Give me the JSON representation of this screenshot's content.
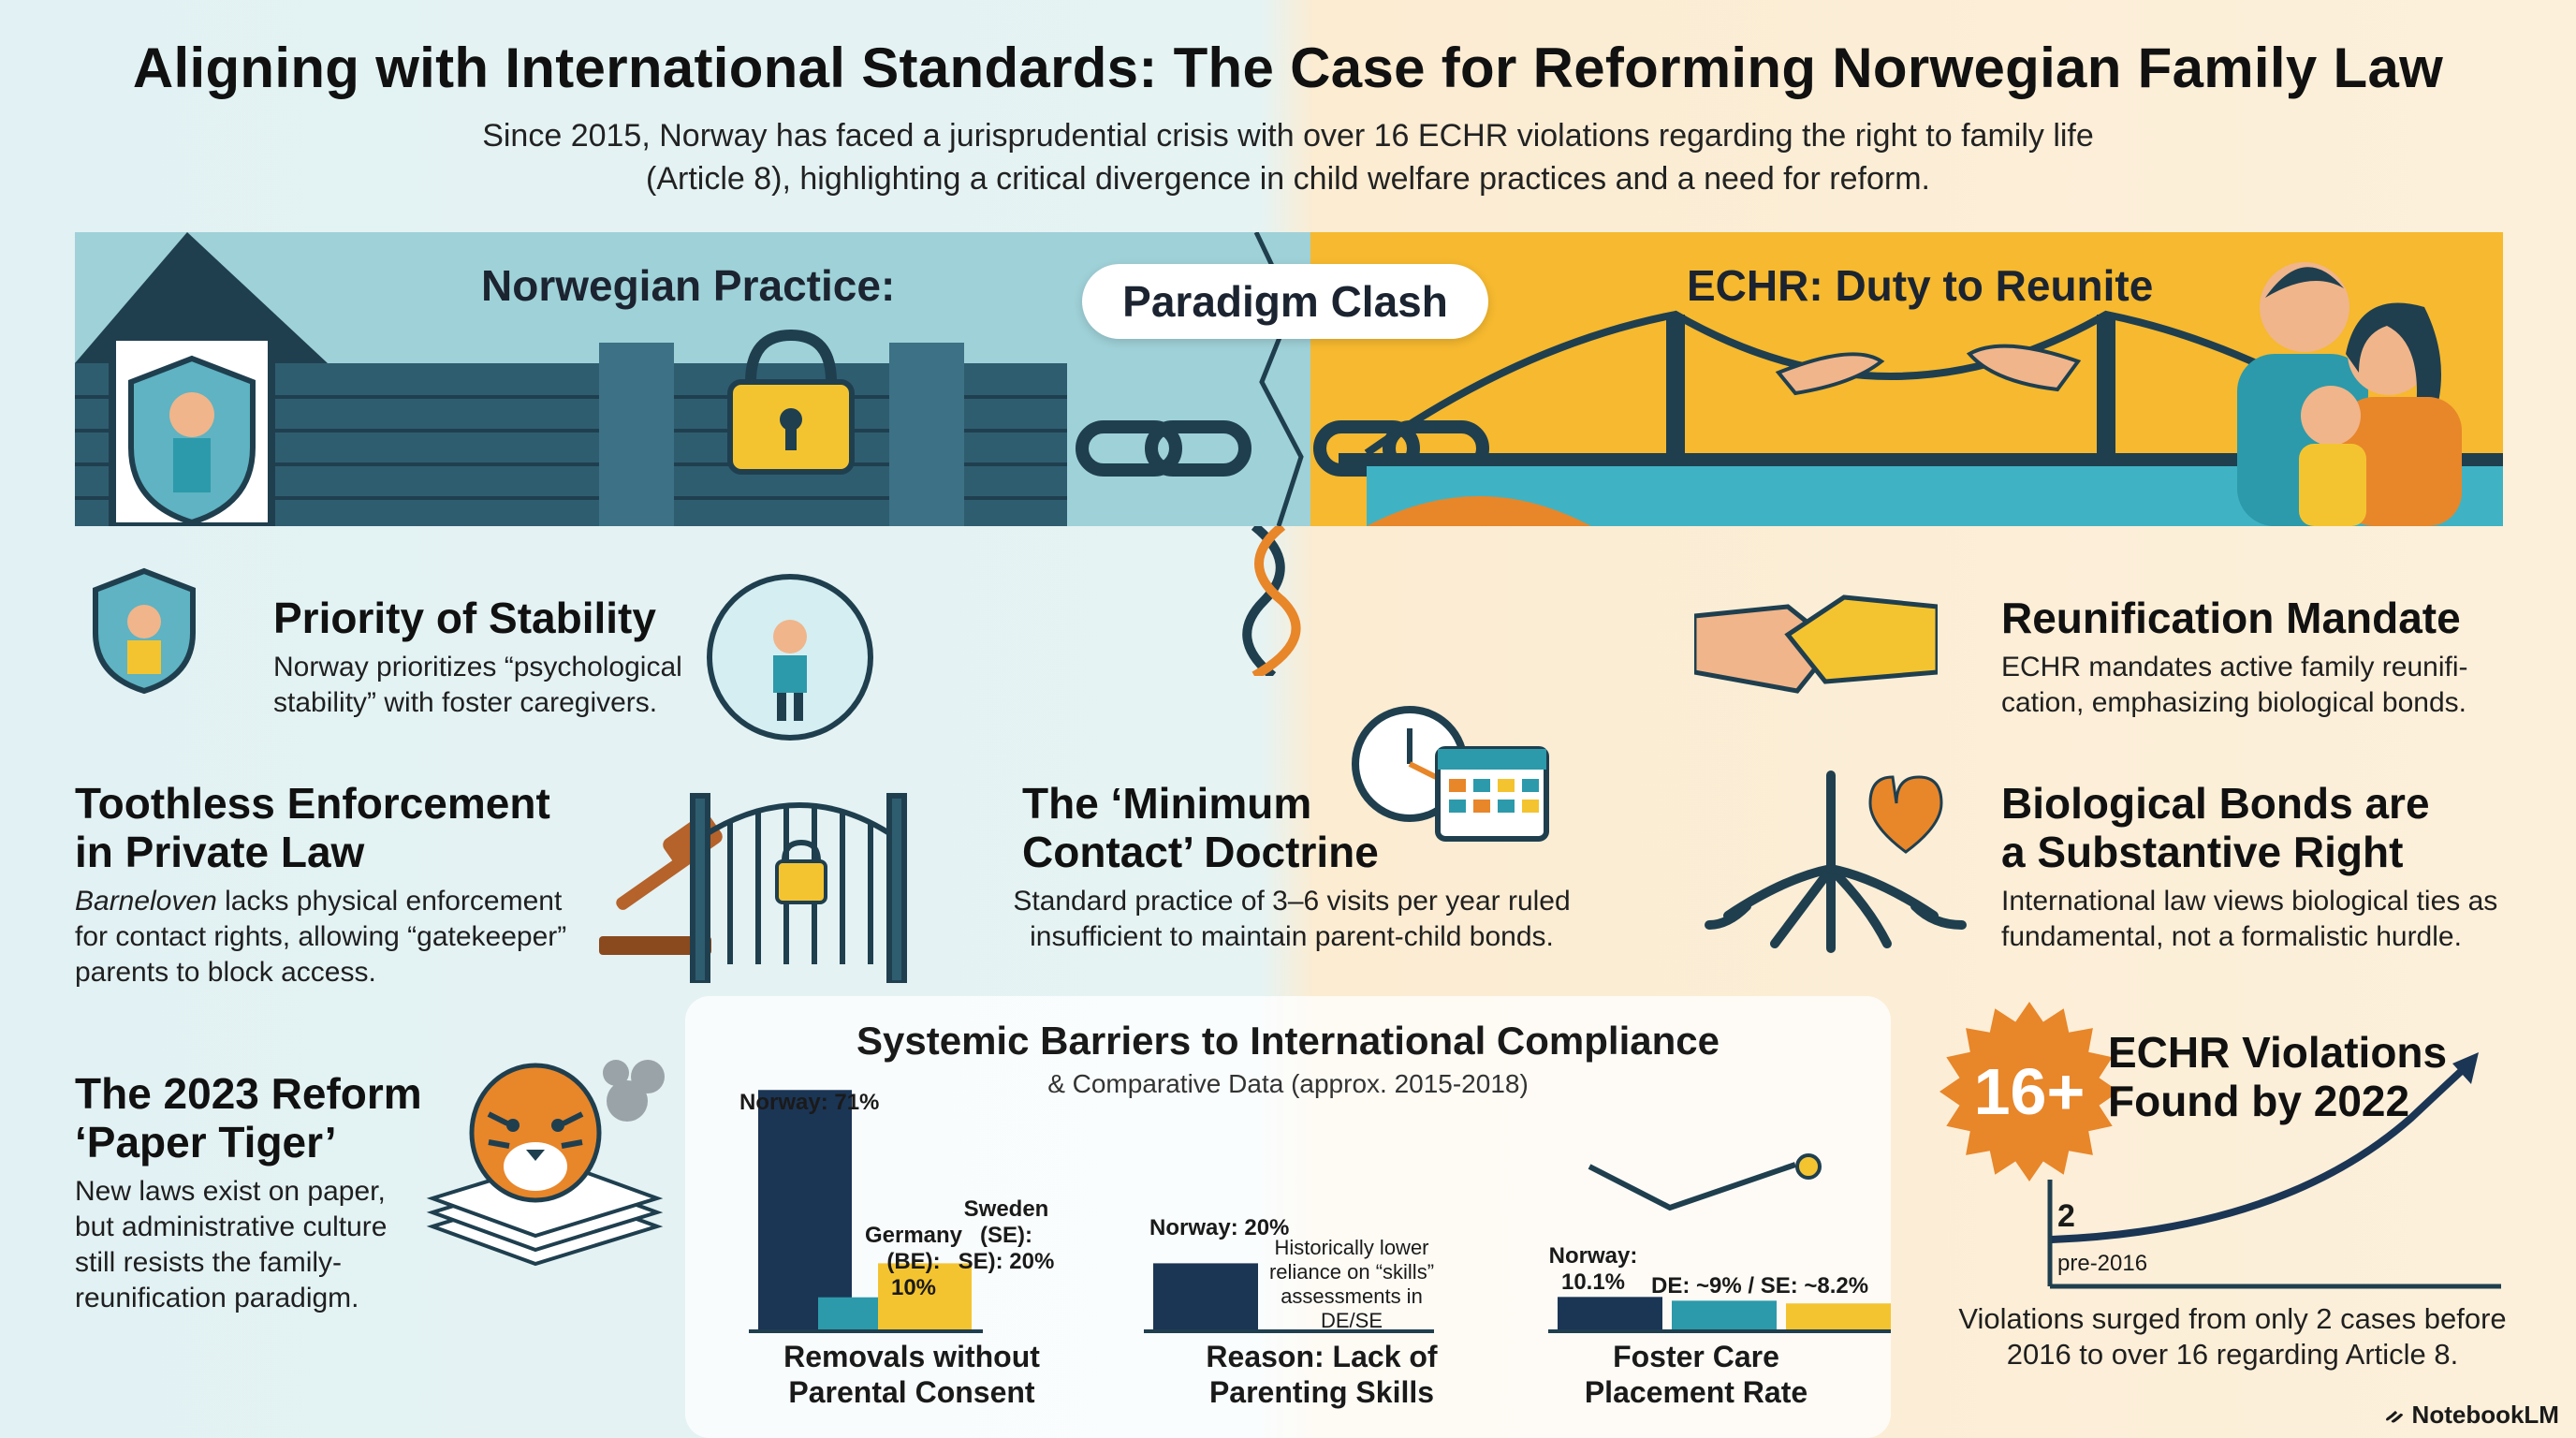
{
  "header": {
    "title": "Aligning with International Standards: The Case for Reforming Norwegian Family Law",
    "subtitle_line1": "Since 2015, Norway has faced a jurisprudential crisis with over 16 ECHR violations regarding the right to family life",
    "subtitle_line2": "(Article 8), highlighting a critical divergence in child welfare practices and a need for reform."
  },
  "banner": {
    "left_heading": "Norwegian Practice:",
    "center_label": "Paradigm Clash",
    "right_heading": "ECHR: Duty to Reunite"
  },
  "sections": {
    "stability": {
      "title": "Priority of Stability",
      "body_line1": "Norway prioritizes “psychological",
      "body_line2": "stability” with foster caregivers."
    },
    "enforcement": {
      "title_line1": "Toothless Enforcement",
      "title_line2": "in Private Law",
      "body_italic": "Barneloven",
      "body_line1_rest": " lacks physical enforcement",
      "body_line2": "for contact rights, allowing “gatekeeper”",
      "body_line3": "parents to block access."
    },
    "reform": {
      "title_line1": "The 2023 Reform",
      "title_line2": "‘Paper Tiger’",
      "body_line1": "New laws exist on paper,",
      "body_line2": "but administrative culture",
      "body_line3": "still resists the family-",
      "body_line4": "reunification paradigm."
    },
    "minimum_contact": {
      "title_line1": "The ‘Minimum",
      "title_line2": "Contact’ Doctrine",
      "body_line1": "Standard practice of 3–6 visits per year ruled",
      "body_line2": "insufficient to maintain parent-child bonds."
    },
    "reunification": {
      "title": "Reunification Mandate",
      "body_line1": "ECHR mandates active family reunifi-",
      "body_line2": "cation, emphasizing biological bonds."
    },
    "biological": {
      "title_line1": "Biological Bonds are",
      "title_line2": "a Substantive Right",
      "body_line1": "International law views biological ties as",
      "body_line2": "fundamental, not a formalistic hurdle."
    },
    "violations": {
      "badge": "16+",
      "title_line1": "ECHR Violations",
      "title_line2": "Found by 2022",
      "start_value": "2",
      "start_label": "pre-2016",
      "caption_line1": "Violations surged from only 2 cases before",
      "caption_line2": "2016 to over 16 regarding Article 8."
    }
  },
  "chart_data": {
    "type": "bar",
    "title": "Systemic Barriers to International Compliance",
    "subtitle": "& Comparative Data (approx. 2015-2018)",
    "groups": [
      {
        "caption_line1": "Removals without",
        "caption_line2": "Parental Consent",
        "bars": [
          {
            "label": "Norway: 71%",
            "value": 71,
            "color": "#1b3555"
          },
          {
            "label_lines": [
              "Germany",
              "(BE):",
              "10%"
            ],
            "value": 10,
            "color": "#2c9aaa"
          },
          {
            "label_lines": [
              "Sweden (SE):",
              "SE): 20%"
            ],
            "value": 20,
            "color": "#f4c430"
          }
        ]
      },
      {
        "caption_line1": "Reason: Lack of",
        "caption_line2": "Parenting Skills",
        "bars": [
          {
            "label": "Norway: 20%",
            "value": 20,
            "color": "#1b3555"
          }
        ],
        "note_lines": [
          "Historically lower",
          "reliance on “skills”",
          "assessments in DE/SE"
        ]
      },
      {
        "caption_line1": "Foster Care",
        "caption_line2": "Placement Rate",
        "bars": [
          {
            "label_lines": [
              "Norway:",
              "10.1%"
            ],
            "value": 10.1,
            "color": "#1b3555"
          },
          {
            "value": 9,
            "color": "#2c9aaa"
          },
          {
            "value": 8.2,
            "color": "#f4c430"
          }
        ],
        "shared_label": "DE: ~9% / SE: ~8.2%"
      }
    ]
  },
  "footer": {
    "brand": "NotebookLM"
  },
  "colors": {
    "navy": "#1b3555",
    "teal": "#2c9aaa",
    "yellow": "#f4c430",
    "orange": "#e8862a",
    "light_teal": "#9fd1d8"
  }
}
